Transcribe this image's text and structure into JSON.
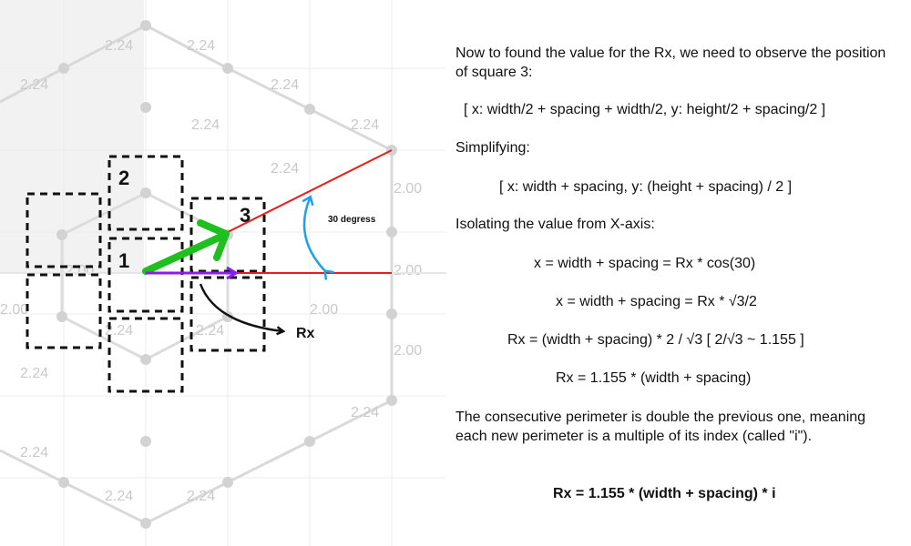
{
  "diagram": {
    "grid_labels": [
      "2.24",
      "2.24",
      "2.24",
      "2.24",
      "2.24",
      "2.24",
      "2.24",
      "2.24",
      "2.24",
      "2.24",
      "2.24",
      "2.24",
      "2.24",
      "2.24",
      "2.00",
      "2.00",
      "2.00",
      "2.00",
      "2.00",
      "2.00"
    ],
    "squares": {
      "one": "1",
      "two": "2",
      "three": "3"
    },
    "angle_label": "30 degress",
    "rx_label": "Rx",
    "colors": {
      "red": "#e81c1c",
      "green": "#1fbf1f",
      "purple": "#8a1cf2",
      "blue": "#1ea0f0",
      "black": "#111111",
      "grid": "#d6d6d6"
    }
  },
  "explanation": {
    "intro": "Now to found the value for the Rx, we need to observe the position of square 3:",
    "position": "[ x: width/2 + spacing + width/2,  y: height/2 + spacing/2 ]",
    "simplifying_label": "Simplifying:",
    "simplified": "[ x: width + spacing, y: (height + spacing) / 2 ]",
    "isolating_label": "Isolating the value from X-axis:",
    "eq1": "x = width + spacing = Rx * cos(30)",
    "eq2": "x = width + spacing  = Rx * √3/2",
    "eq3": "Rx = (width + spacing) * 2 / √3     [ 2/√3  ~ 1.155 ]",
    "eq4": "Rx = 1.155 * (width + spacing)",
    "perimeter_note": "The consecutive perimeter is double the previous one, meaning each new perimeter is a multiple of its index (called \"i\").",
    "final": "Rx = 1.155 * (width + spacing) * i"
  }
}
